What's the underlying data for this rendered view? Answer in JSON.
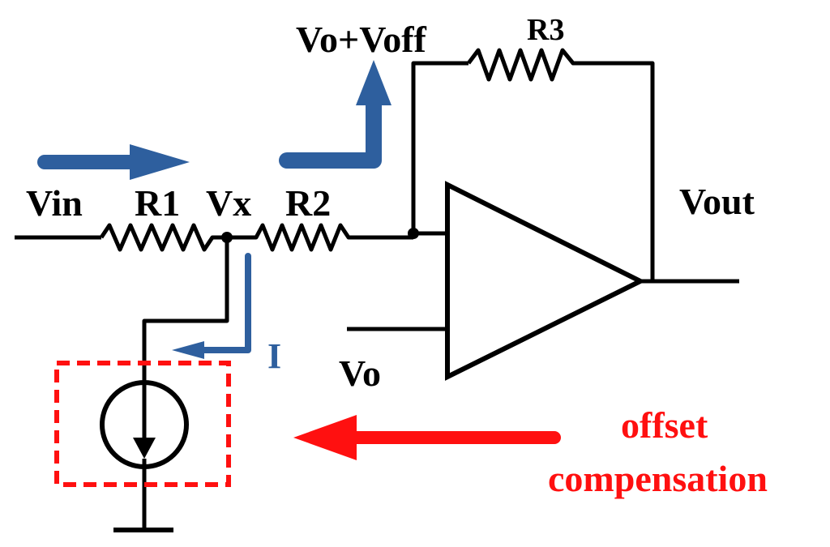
{
  "labels": {
    "vin": "Vin",
    "r1": "R1",
    "vx": "Vx",
    "r2": "R2",
    "r3": "R3",
    "vo_voff": "Vo+Voff",
    "vout": "Vout",
    "vo": "Vo",
    "current": "I",
    "offset_line1": "offset",
    "offset_line2": "compensation"
  },
  "colors": {
    "wire": "#000000",
    "current_arrow": "#2e5f9e",
    "offset": "#ff1010"
  }
}
